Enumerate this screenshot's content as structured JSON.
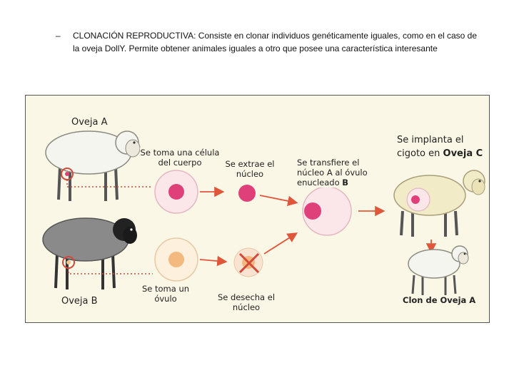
{
  "bullet": {
    "dash": "–",
    "text": "CLONACIÓN REPRODUCTIVA: Consiste en clonar individuos genéticamente iguales, como en el caso de la oveja DollY. Permite obtener animales iguales a otro que posee una característica interesante"
  },
  "figure": {
    "sheep_a_label": "Oveja A",
    "sheep_b_label": "Oveja B",
    "step_body_cell_1": "Se toma una célula",
    "step_body_cell_2": "del cuerpo",
    "step_extract_1": "Se extrae el",
    "step_extract_2": "núcleo",
    "step_transfer_1": "Se transfiere el",
    "step_transfer_2": "núcleo A al óvulo",
    "step_transfer_3_prefix": "enucleado ",
    "step_transfer_3_letter": "B",
    "step_egg_1": "Se toma un",
    "step_egg_2": "óvulo",
    "step_discard_1": "Se desecha el",
    "step_discard_2": "núcleo",
    "step_implant_1": "Se implanta el",
    "step_implant_2_prefix": "cigoto en ",
    "step_implant_2_bold": "Oveja C",
    "clone_label": "Clon de Oveja A",
    "colors": {
      "background": "#fbf7e6",
      "nucleus": "#e0407a",
      "arrow": "#e0563a",
      "dotted": "#d2483a",
      "sheep_white": "#f5f5f0",
      "sheep_grey": "#8a8a8a",
      "sheep_cream": "#f2ebc8"
    }
  }
}
